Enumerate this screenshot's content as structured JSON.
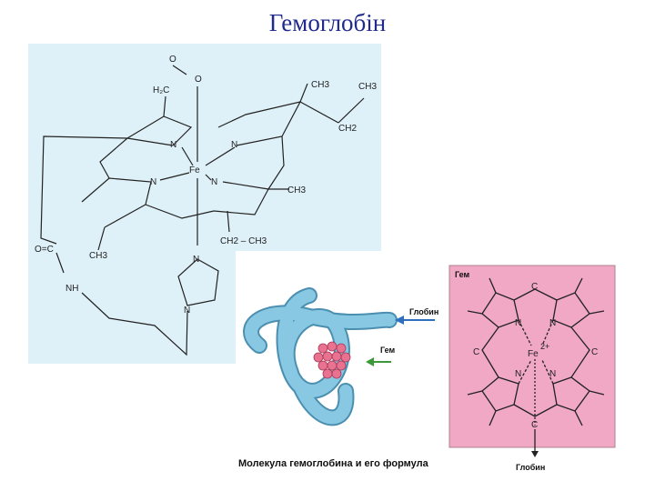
{
  "title": "Гемоглобін",
  "left_formula": {
    "atoms": {
      "o_top": "O",
      "o_mid": "O",
      "h2c": "H₂C",
      "ch3_a": "CH3",
      "ch3_b": "CH3",
      "ch2_a": "CH2",
      "n_tl": "N",
      "n_tr": "N",
      "fe": "Fe",
      "n_bl": "N",
      "n_br": "N",
      "ch3_c": "CH3",
      "ch3_d": "CH3",
      "ch2_ch3": "CH2 – CH3",
      "oc": "O=C",
      "nh": "NH",
      "n_im_top": "N",
      "n_im_bot": "N"
    }
  },
  "middle": {
    "globin_label": "Глобин",
    "heme_label": "Гем",
    "caption": "Молекула гемоглобина и его формула",
    "colors": {
      "ribbon": "#7fc1dc",
      "heme": "#e8728f",
      "arrow_globin": "#2f6fbf",
      "arrow_heme": "#3a9a3a"
    }
  },
  "right_box": {
    "title": "Гем",
    "atoms": {
      "c_top": "C",
      "c_left": "C",
      "c_right": "C",
      "c_bottom": "C",
      "n_tl": "N",
      "n_tr": "N",
      "n_bl": "N",
      "n_br": "N",
      "fe": "Fe",
      "charge": "2+"
    },
    "globin_below": "Глобин",
    "colors": {
      "fill": "#f0a8c4",
      "border": "#b08090"
    }
  }
}
